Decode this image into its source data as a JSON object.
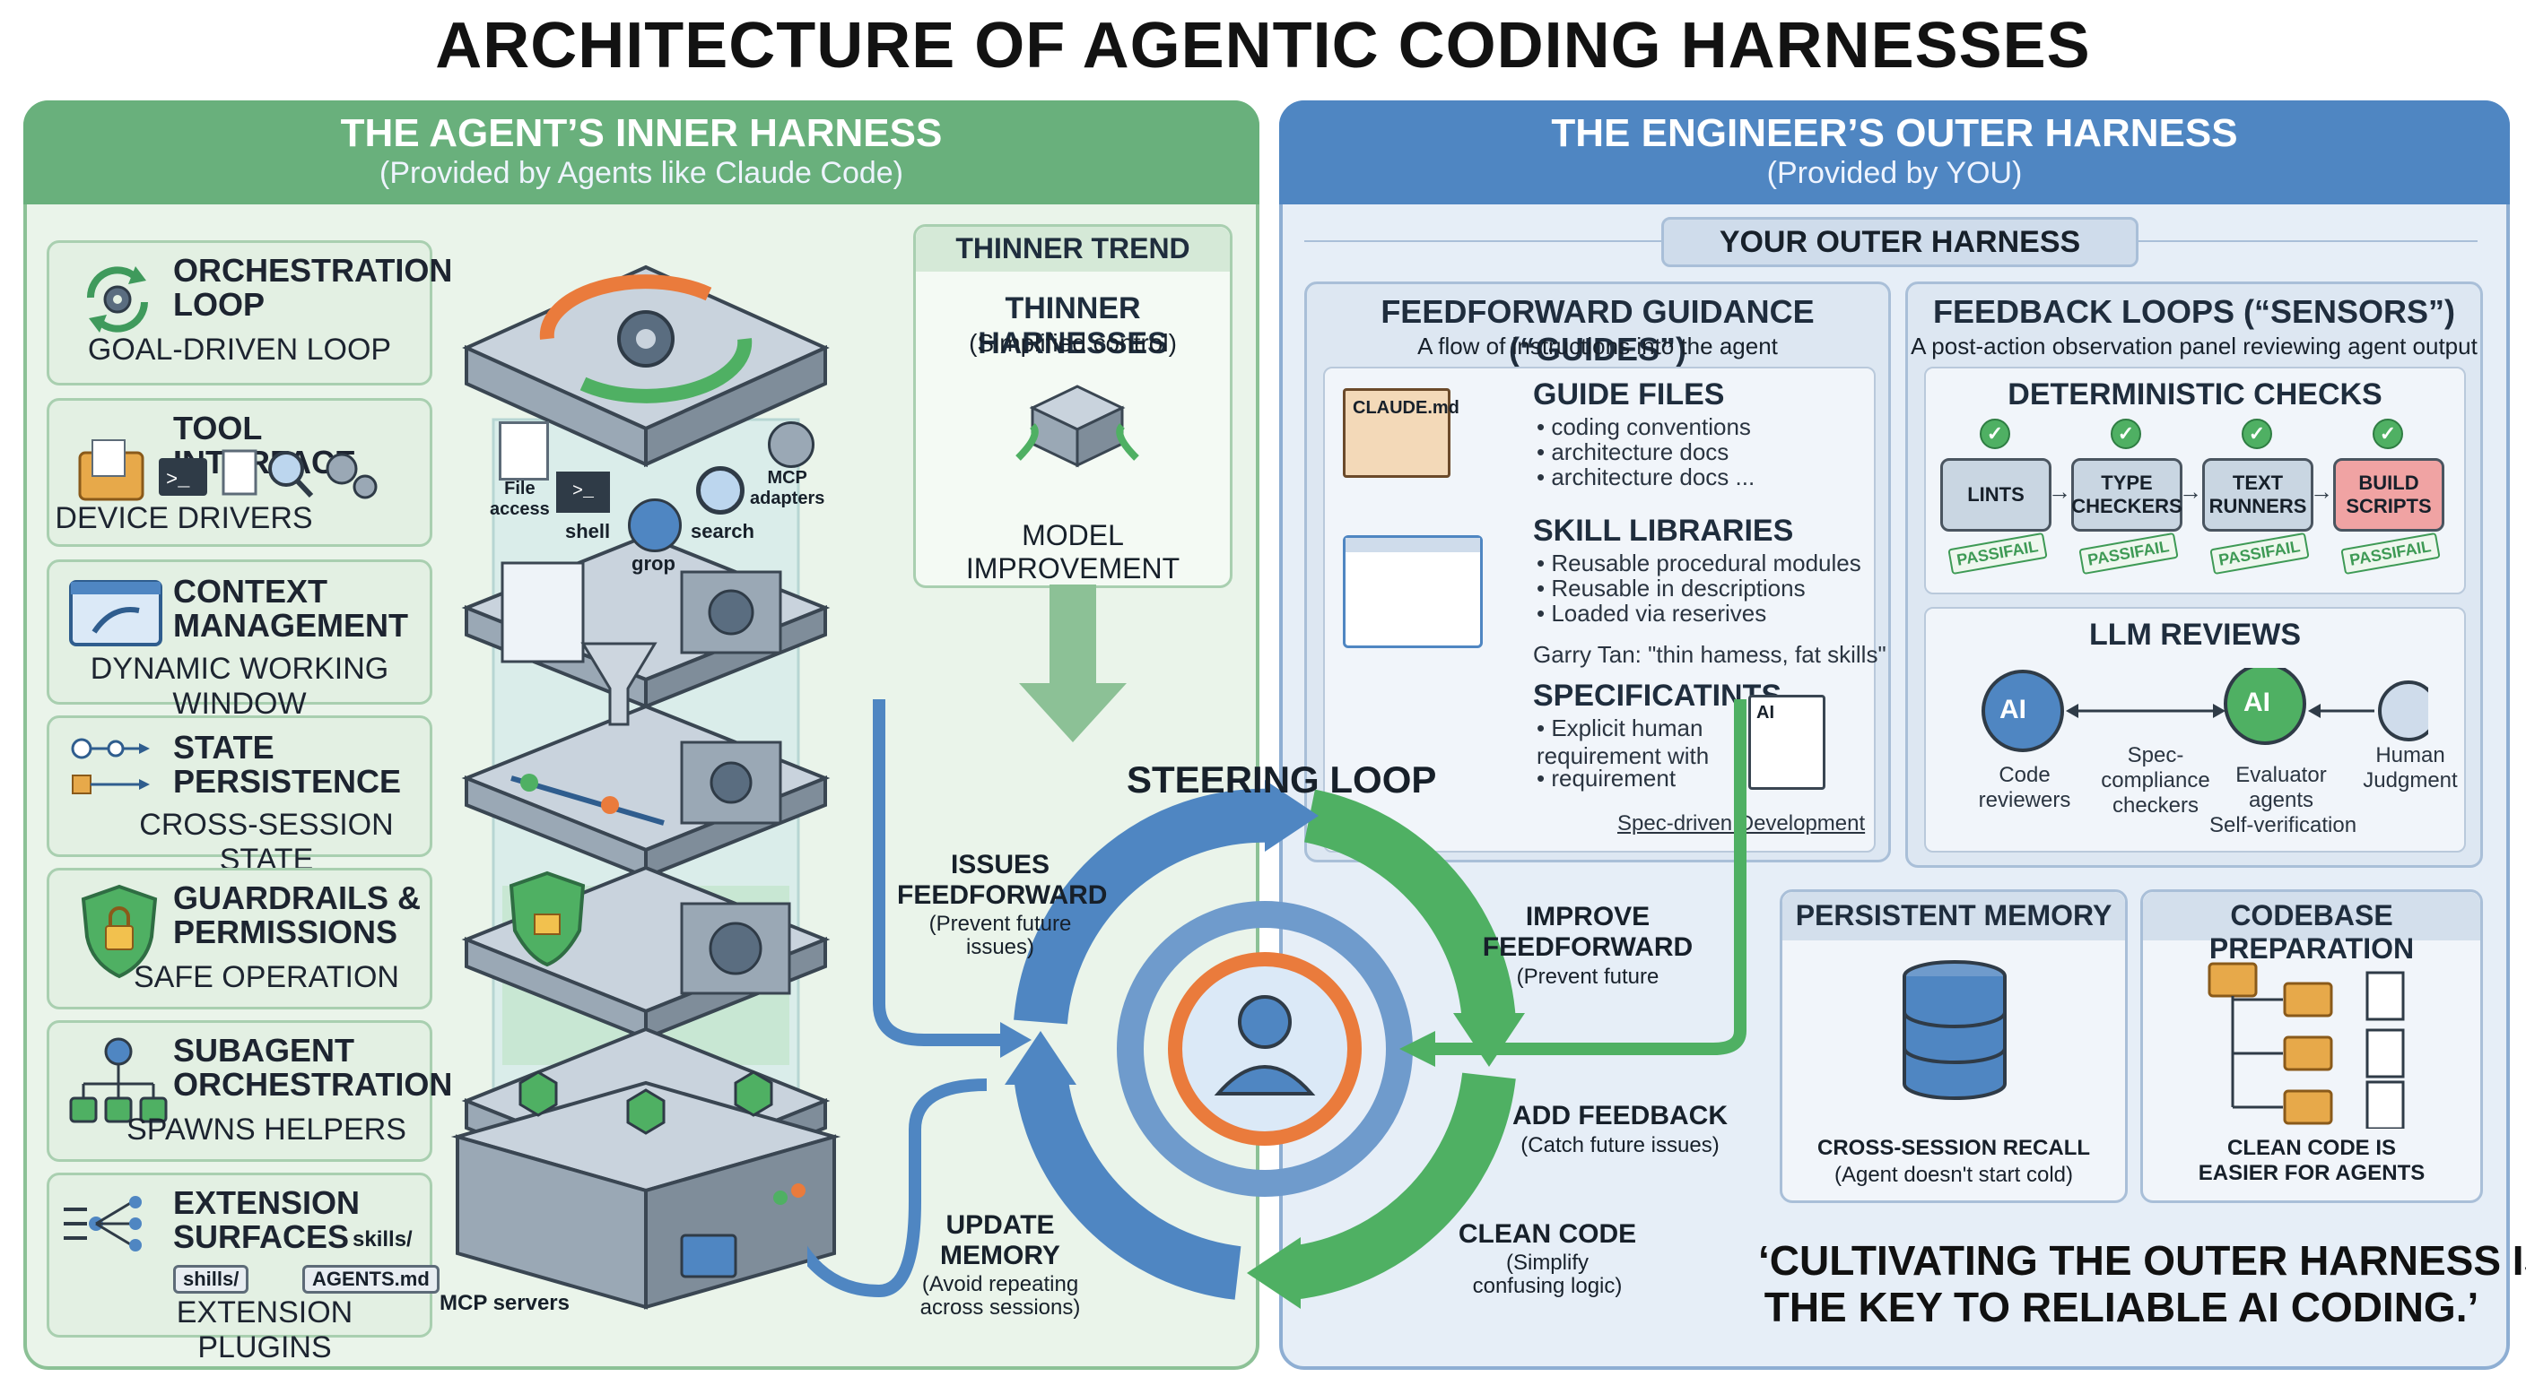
{
  "title": "ARCHITECTURE OF AGENTIC CODING HARNESSES",
  "left_panel": {
    "title": "THE AGENT’S INNER HARNESS",
    "subtitle": "(Provided by Agents like Claude Code)",
    "cards": [
      {
        "title": "ORCHESTRATION\nLOOP",
        "sub": "GOAL-DRIVEN LOOP",
        "icon": "cycle-gear-icon"
      },
      {
        "title": "TOOL INTERFACE",
        "sub": "DEVICE DRIVERS",
        "icon": "tool-icons"
      },
      {
        "title": "CONTEXT\nMANAGEMENT",
        "sub": "DYNAMIC WORKING WINDOW",
        "icon": "window-icon"
      },
      {
        "title": "STATE\nPERSISTENCE",
        "sub": "CROSS-SESSION STATE",
        "icon": "flow-icon"
      },
      {
        "title": "GUARDRAILS &\nPERMISSIONS",
        "sub": "SAFE OPERATION",
        "icon": "shield-lock-icon"
      },
      {
        "title": "SUBAGENT\nORCHESTRATION",
        "sub": "SPAWNS HELPERS",
        "icon": "tree-icon"
      },
      {
        "title": "EXTENSION\nSURFACES",
        "sub": "EXTENSION PLUGINS",
        "icon": "branch-icon"
      }
    ],
    "extension_labels": {
      "skills_dir": "skills/",
      "shills_dir": "shills/",
      "agents_md": "AGENTS.md",
      "mcp_servers": "MCP servers"
    },
    "tower_labels": {
      "file_access": "File\naccess",
      "shell": "shell",
      "grop": "grop",
      "search": "search",
      "mcp": "MCP\nadapters"
    },
    "thinner_trend": {
      "header": "THINNER TREND",
      "title": "THINNER HARNESSES",
      "sub": "(Simplified control)",
      "footer": "MODEL IMPROVEMENT"
    }
  },
  "right_panel": {
    "title": "THE ENGINEER’S OUTER HARNESS",
    "subtitle": "(Provided by YOU)",
    "outer_header": "YOUR OUTER HARNESS",
    "guides": {
      "title": "FEEDFORWARD GUIDANCE (“GUIDES”)",
      "sub": "A flow of instructions into the agent",
      "guide_files": {
        "title": "GUIDE FILES",
        "file_label": "CLAUDE.md",
        "items": [
          "coding conventions",
          "architecture docs",
          "architecture docs ..."
        ]
      },
      "skill_libraries": {
        "title": "SKILL LIBRARIES",
        "items": [
          "Reusable procedural modules",
          "Reusable in descriptions",
          "Loaded via reserives"
        ],
        "quote": "Garry Tan: \"thin hamess, fat skills\""
      },
      "specs": {
        "title": "SPECIFICATINTS",
        "items": [
          "Explicit human\nrequirement with",
          "requirement"
        ],
        "doc_label": "AI",
        "link": "Spec-driven Development"
      }
    },
    "sensors": {
      "title": "FEEDBACK LOOPS (“SENSORS”)",
      "sub": "A post-action observation panel reviewing agent output",
      "deterministic": {
        "title": "DETERMINISTIC CHECKS",
        "checks": [
          {
            "label": "LINTS",
            "stamp": "PASSIFAIL",
            "color": "#c9d6e2"
          },
          {
            "label": "TYPE\nCHECKERS",
            "stamp": "PASSIFAIL",
            "color": "#c9d6e2"
          },
          {
            "label": "TEXT\nRUNNERS",
            "stamp": "PASSIFAIL",
            "color": "#c9d6e2"
          },
          {
            "label": "BUILD\nSCRIPTS",
            "stamp": "PASSIFAIL",
            "color": "#f0a3a3"
          }
        ]
      },
      "llm": {
        "title": "LLM REVIEWS",
        "chip": "AI",
        "code_reviewers": "Code\nreviewers",
        "spec_checkers": "Spec-\ncompliance\ncheckers",
        "evaluator": "Evaluator\nagents\nSelf-verification",
        "human": "Human\nJudgment"
      }
    },
    "memory": {
      "title": "PERSISTENT MEMORY",
      "caption": "CROSS-SESSION RECALL",
      "sub": "(Agent doesn't start cold)"
    },
    "codebase": {
      "title": "CODEBASE PREPARATION",
      "caption": "CLEAN CODE IS\nEASIER FOR AGENTS"
    },
    "quote": "‘CULTIVATING THE OUTER HARNESS IS\nTHE KEY TO RELIABLE AI CODING.’"
  },
  "steering": {
    "title": "STEERING LOOP",
    "issues": {
      "title": "ISSUES\nFEEDFORWARD",
      "sub": "(Prevent future\nissues)"
    },
    "update": {
      "title": "UPDATE\nMEMORY",
      "sub": "(Avoid repeating\nacross sessions)"
    },
    "improve": {
      "title": "IMPROVE\nFEEDFORWARD",
      "sub": "(Prevent future"
    },
    "add": {
      "title": "ADD FEEDBACK",
      "sub": "(Catch future issues)"
    },
    "clean": {
      "title": "CLEAN CODE",
      "sub": "(Simplify\nconfusing logic)"
    }
  },
  "colors": {
    "green": "#69b07c",
    "blue": "#4f86c2",
    "orange": "#ea7b3c"
  }
}
